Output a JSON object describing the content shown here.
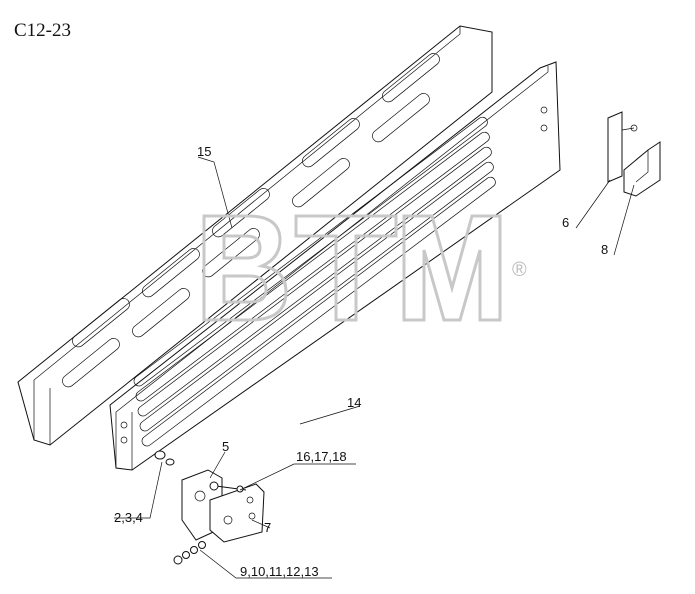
{
  "title": "C12-23",
  "watermark": {
    "text": "BTM",
    "registered": "®"
  },
  "callouts": {
    "p15": "15",
    "p14": "14",
    "p6": "6",
    "p8": "8",
    "p5": "5",
    "p16_18": "16,17,18",
    "p2_4": "2,3,4",
    "p7": "7",
    "p9_13": "9,10,11,12,13"
  }
}
